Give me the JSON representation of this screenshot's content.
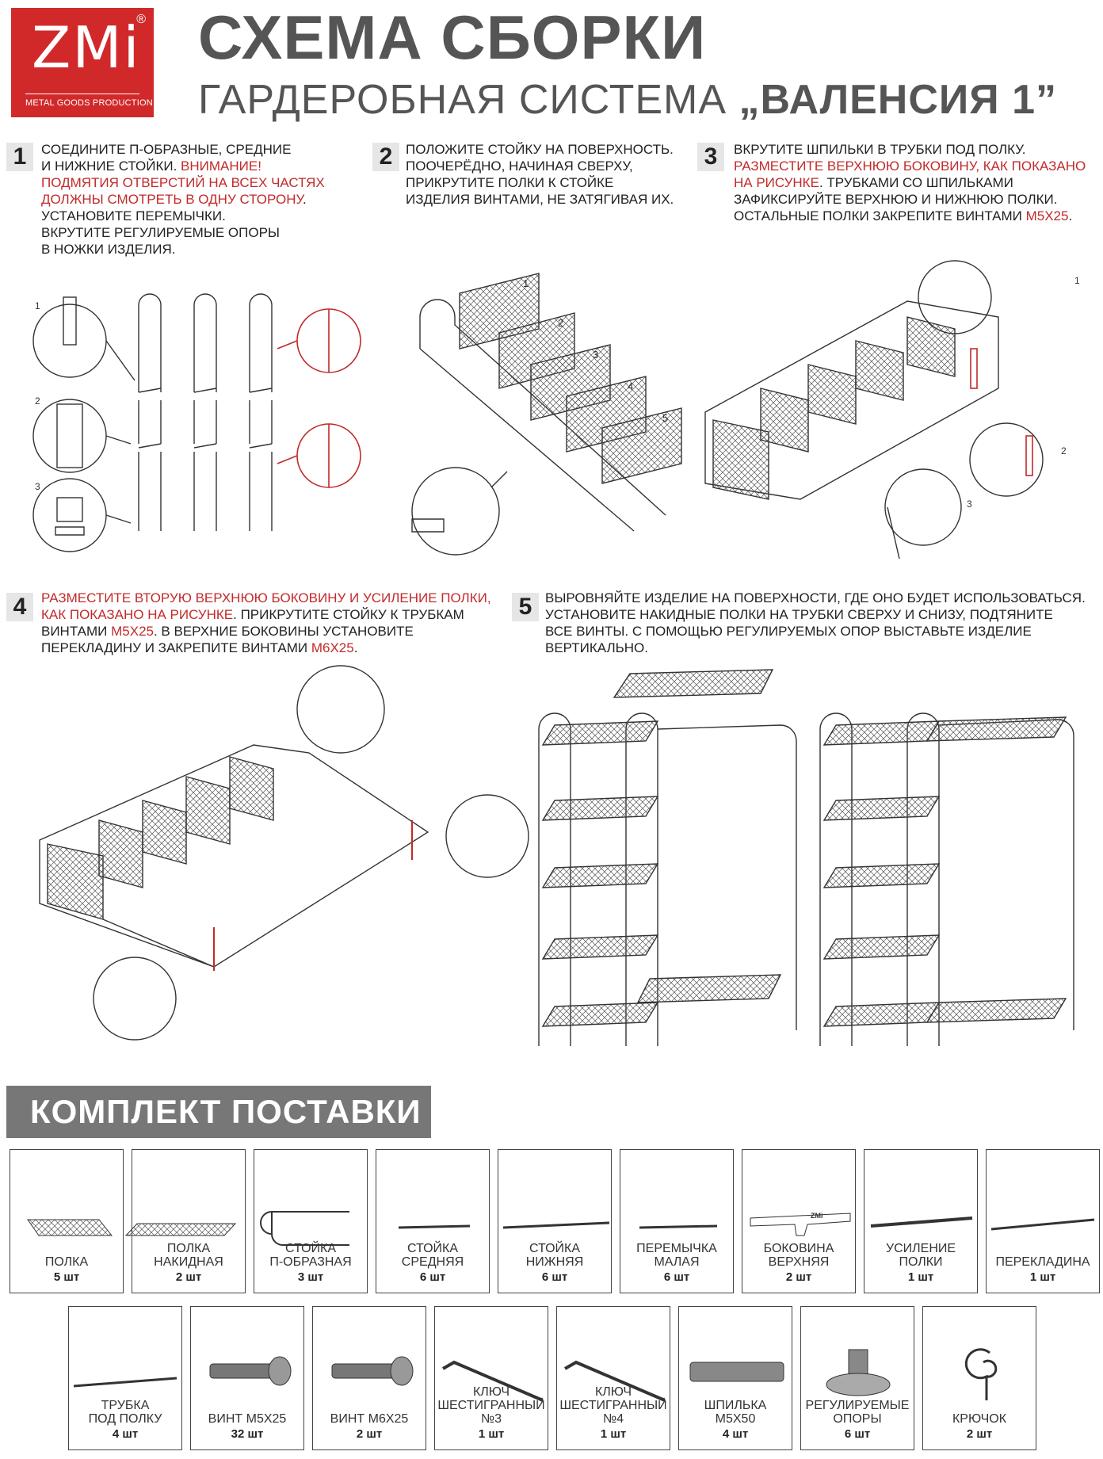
{
  "logo": {
    "mark": "ZMi",
    "reg": "®",
    "tagline": "METAL GOODS PRODUCTION"
  },
  "header": {
    "title": "СХЕМА СБОРКИ",
    "subtitle_prefix": "ГАРДЕРОБНАЯ СИСТЕМА",
    "subtitle_name": "„ВАЛЕНСИЯ 1”"
  },
  "steps": [
    {
      "num": "1",
      "lines": [
        {
          "t": "СОЕДИНИТЕ П-ОБРАЗНЫЕ, СРЕДНИЕ",
          "c": "k"
        },
        {
          "t": "И НИЖНИЕ СТОЙКИ. ",
          "c": "k",
          "t2": "ВНИМАНИЕ!",
          "c2": "r"
        },
        {
          "t": "ПОДМЯТИЯ ОТВЕРСТИЙ НА ВСЕХ ЧАСТЯХ",
          "c": "r"
        },
        {
          "t": "ДОЛЖНЫ СМОТРЕТЬ В ОДНУ СТОРОНУ",
          "c": "r",
          "t2": ".",
          "c2": "k"
        },
        {
          "t": "УСТАНОВИТЕ ПЕРЕМЫЧКИ.",
          "c": "k"
        },
        {
          "t": "ВКРУТИТЕ РЕГУЛИРУЕМЫЕ ОПОРЫ",
          "c": "k"
        },
        {
          "t": "В НОЖКИ ИЗДЕЛИЯ.",
          "c": "k"
        }
      ]
    },
    {
      "num": "2",
      "lines": [
        {
          "t": "ПОЛОЖИТЕ СТОЙКУ НА ПОВЕРХНОСТЬ.",
          "c": "k"
        },
        {
          "t": "ПООЧЕРЁДНО, НАЧИНАЯ СВЕРХУ,",
          "c": "k"
        },
        {
          "t": "ПРИКРУТИТЕ ПОЛКИ К СТОЙКЕ",
          "c": "k"
        },
        {
          "t": "ИЗДЕЛИЯ ВИНТАМИ, НЕ ЗАТЯГИВАЯ ИХ.",
          "c": "k"
        }
      ]
    },
    {
      "num": "3",
      "lines": [
        {
          "t": "ВКРУТИТЕ ШПИЛЬКИ В ТРУБКИ ПОД ПОЛКУ.",
          "c": "k"
        },
        {
          "t": "РАЗМЕСТИТЕ ВЕРХНЮЮ БОКОВИНУ, КАК ПОКАЗАНО",
          "c": "r"
        },
        {
          "t": "НА РИСУНКЕ",
          "c": "r",
          "t2": ". ТРУБКАМИ СО ШПИЛЬКАМИ",
          "c2": "k"
        },
        {
          "t": "ЗАФИКСИРУЙТЕ ВЕРХНЮЮ И НИЖНЮЮ ПОЛКИ.",
          "c": "k"
        },
        {
          "t": "ОСТАЛЬНЫЕ ПОЛКИ ЗАКРЕПИТЕ ВИНТАМИ ",
          "c": "k",
          "t2": "М5х25",
          "c2": "r",
          "t3": ".",
          "c3": "k"
        }
      ]
    },
    {
      "num": "4",
      "lines": [
        {
          "t": "РАЗМЕСТИТЕ ВТОРУЮ ВЕРХНЮЮ БОКОВИНУ И УСИЛЕНИЕ ПОЛКИ,",
          "c": "r"
        },
        {
          "t": "КАК ПОКАЗАНО НА РИСУНКЕ",
          "c": "r",
          "t2": ". ПРИКРУТИТЕ СТОЙКУ К ТРУБКАМ",
          "c2": "k"
        },
        {
          "t": "ВИНТАМИ ",
          "c": "k",
          "t2": "М5х25",
          "c2": "r",
          "t3": ". В ВЕРХНИЕ БОКОВИНЫ УСТАНОВИТЕ",
          "c3": "k"
        },
        {
          "t": "ПЕРЕКЛАДИНУ И ЗАКРЕПИТЕ ВИНТАМИ ",
          "c": "k",
          "t2": "М6х25",
          "c2": "r",
          "t3": ".",
          "c3": "k"
        }
      ]
    },
    {
      "num": "5",
      "lines": [
        {
          "t": "ВЫРОВНЯЙТЕ ИЗДЕЛИЕ НА ПОВЕРХНОСТИ, ГДЕ ОНО БУДЕТ ИСПОЛЬЗОВАТЬСЯ.",
          "c": "k"
        },
        {
          "t": "УСТАНОВИТЕ НАКИДНЫЕ ПОЛКИ НА ТРУБКИ СВЕРХУ И СНИЗУ, ПОДТЯНИТЕ",
          "c": "k"
        },
        {
          "t": "ВСЕ ВИНТЫ. С ПОМОЩЬЮ РЕГУЛИРУЕМЫХ ОПОР ВЫСТАВЬТЕ ИЗДЕЛИЕ",
          "c": "k"
        },
        {
          "t": "ВЕРТИКАЛЬНО.",
          "c": "k"
        }
      ]
    }
  ],
  "callouts": {
    "c1": "1",
    "c2": "2",
    "c3": "3",
    "shelves": [
      "1",
      "2",
      "3",
      "4",
      "5"
    ]
  },
  "kit": {
    "title": "КОМПЛЕКТ ПОСТАВКИ",
    "items": [
      {
        "name": [
          "ПОЛКА"
        ],
        "qty": "5 шт"
      },
      {
        "name": [
          "ПОЛКА",
          "НАКИДНАЯ"
        ],
        "qty": "2 шт"
      },
      {
        "name": [
          "СТОЙКА",
          "П-ОБРАЗНАЯ"
        ],
        "qty": "3 шт"
      },
      {
        "name": [
          "СТОЙКА",
          "СРЕДНЯЯ"
        ],
        "qty": "6 шт"
      },
      {
        "name": [
          "СТОЙКА",
          "НИЖНЯЯ"
        ],
        "qty": "6 шт"
      },
      {
        "name": [
          "ПЕРЕМЫЧКА",
          "МАЛАЯ"
        ],
        "qty": "6 шт"
      },
      {
        "name": [
          "БОКОВИНА",
          "ВЕРХНЯЯ"
        ],
        "qty": "2 шт"
      },
      {
        "name": [
          "УСИЛЕНИЕ",
          "ПОЛКИ"
        ],
        "qty": "1 шт"
      },
      {
        "name": [
          "ПЕРЕКЛАДИНА"
        ],
        "qty": "1 шт"
      },
      {
        "name": [
          "ТРУБКА",
          "ПОД ПОЛКУ"
        ],
        "qty": "4 шт"
      },
      {
        "name": [
          "ВИНТ М5х25"
        ],
        "qty": "32 шт"
      },
      {
        "name": [
          "ВИНТ М6х25"
        ],
        "qty": "2 шт"
      },
      {
        "name": [
          "КЛЮЧ",
          "ШЕСТИГРАННЫЙ",
          "№3"
        ],
        "qty": "1 шт"
      },
      {
        "name": [
          "КЛЮЧ",
          "ШЕСТИГРАННЫЙ",
          "№4"
        ],
        "qty": "1 шт"
      },
      {
        "name": [
          "ШПИЛЬКА",
          "М5х50"
        ],
        "qty": "4 шт"
      },
      {
        "name": [
          "РЕГУЛИРУЕМЫЕ",
          "ОПОРЫ"
        ],
        "qty": "6 шт"
      },
      {
        "name": [
          "КРЮЧОК"
        ],
        "qty": "2 шт"
      }
    ],
    "side_label": "ZMi"
  }
}
